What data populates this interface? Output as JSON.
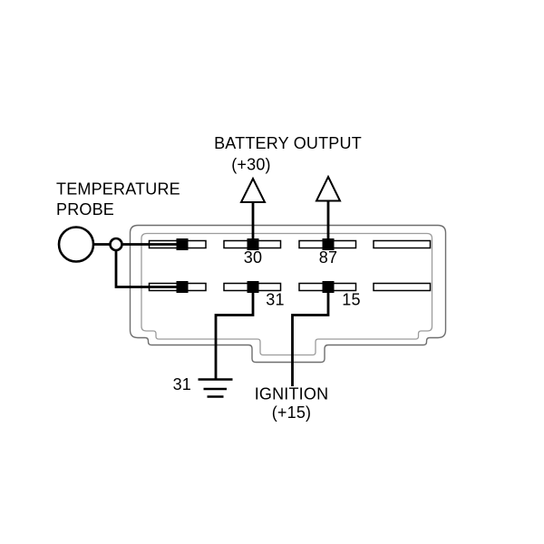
{
  "diagram": {
    "battery_output": {
      "title": "BATTERY OUTPUT",
      "terminal": "(+30)"
    },
    "temperature_probe": {
      "title_line1": "TEMPERATURE",
      "title_line2": "PROBE"
    },
    "pins": {
      "pin30": "30",
      "pin87": "87",
      "pin31": "31",
      "pin15": "15"
    },
    "ground": {
      "pin": "31"
    },
    "ignition": {
      "title": "IGNITION",
      "terminal": "(+15)"
    },
    "colors": {
      "wire": "#000000",
      "connector_outer": "#6f6f6f",
      "connector_inner": "#9c9c9c",
      "terminal_contact": "#000000",
      "background": "#ffffff"
    }
  }
}
